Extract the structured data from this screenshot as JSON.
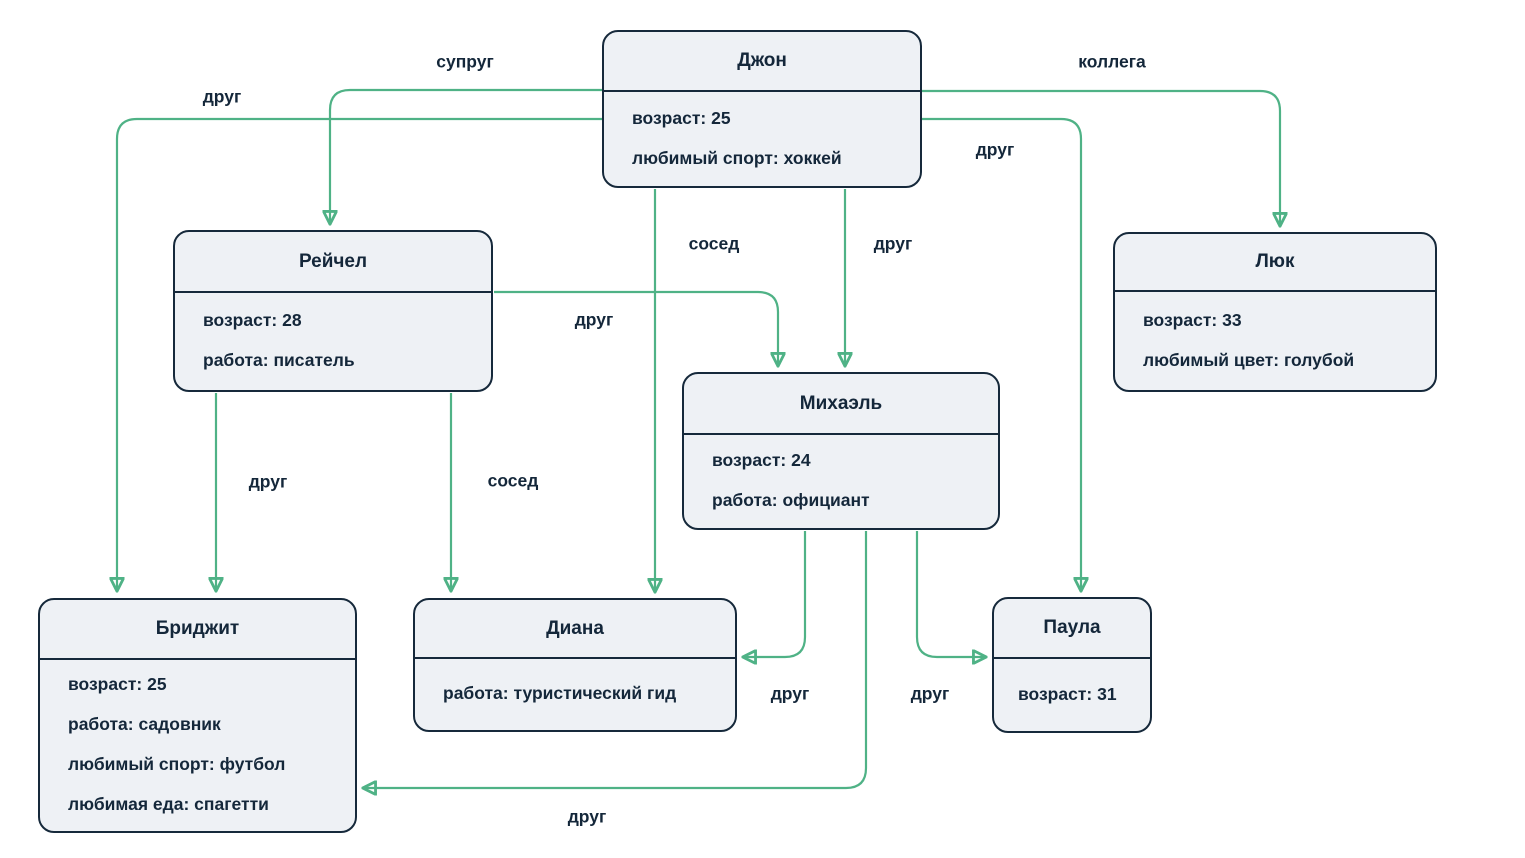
{
  "diagram_type": "relationship-graph",
  "colors": {
    "background": "#ffffff",
    "node_fill": "#eef1f5",
    "node_border": "#16293b",
    "text": "#14273a",
    "edge": "#4fb286"
  },
  "nodes": [
    {
      "id": "john",
      "title": "Джон",
      "attrs": [
        "возраст: 25",
        "любимый спорт: хоккей"
      ]
    },
    {
      "id": "rachel",
      "title": "Рейчел",
      "attrs": [
        "возраст: 28",
        "работа: писатель"
      ]
    },
    {
      "id": "luke",
      "title": "Люк",
      "attrs": [
        "возраст: 33",
        "любимый цвет: голубой"
      ]
    },
    {
      "id": "michael",
      "title": "Михаэль",
      "attrs": [
        "возраст: 24",
        "работа: официант"
      ]
    },
    {
      "id": "bridget",
      "title": "Бриджит",
      "attrs": [
        "возраст: 25",
        "работа: садовник",
        "любимый спорт: футбол",
        "любимая еда: спагетти"
      ]
    },
    {
      "id": "diana",
      "title": "Диана",
      "attrs": [
        "работа: туристический гид"
      ]
    },
    {
      "id": "paula",
      "title": "Паула",
      "attrs": [
        "возраст: 31"
      ]
    }
  ],
  "edges": [
    {
      "from": "Джон",
      "to": "Рейчел",
      "label": "супруг"
    },
    {
      "from": "Джон",
      "to": "Бриджит",
      "label": "друг"
    },
    {
      "from": "Джон",
      "to": "Люк",
      "label": "коллега"
    },
    {
      "from": "Джон",
      "to": "Паула",
      "label": "друг"
    },
    {
      "from": "Джон",
      "to": "Диана",
      "label": "сосед"
    },
    {
      "from": "Джон",
      "to": "Михаэль",
      "label": "друг"
    },
    {
      "from": "Рейчел",
      "to": "Михаэль",
      "label": "друг"
    },
    {
      "from": "Рейчел",
      "to": "Бриджит",
      "label": "друг"
    },
    {
      "from": "Рейчел",
      "to": "Диана",
      "label": "сосед"
    },
    {
      "from": "Михаэль",
      "to": "Диана",
      "label": "друг"
    },
    {
      "from": "Михаэль",
      "to": "Паула",
      "label": "друг"
    },
    {
      "from": "Михаэль",
      "to": "Бриджит",
      "label": "друг"
    }
  ]
}
